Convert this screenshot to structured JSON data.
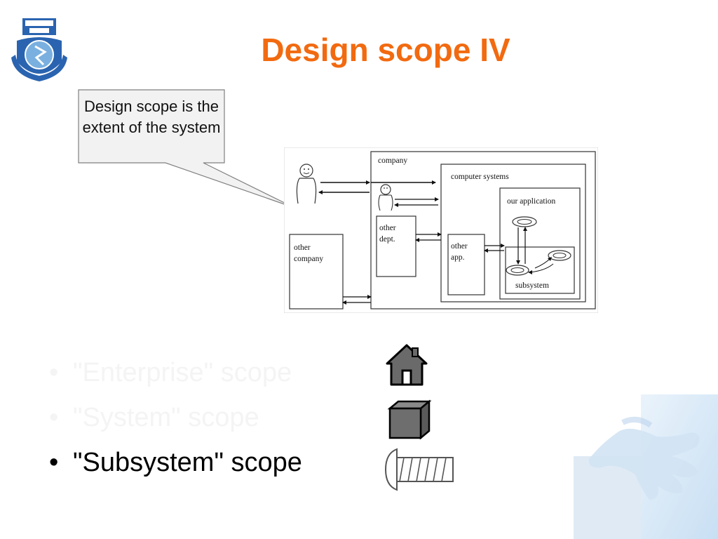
{
  "slide": {
    "title": "Design scope IV",
    "callout_text": "Design scope is the extent of the system"
  },
  "diagram": {
    "company": "company",
    "computer_systems": "computer systems",
    "our_application": "our application",
    "other_dept_line1": "other",
    "other_dept_line2": "dept.",
    "other_app_line1": "other",
    "other_app_line2": "app.",
    "other_company_line1": "other",
    "other_company_line2": "company",
    "subsystem": "subsystem"
  },
  "bullets": [
    {
      "text": "\"Enterprise\" scope",
      "icon": "house-icon",
      "state": "faded"
    },
    {
      "text": "\"System\" scope",
      "icon": "box-icon",
      "state": "faded"
    },
    {
      "text": "\"Subsystem\" scope",
      "icon": "screw-icon",
      "state": "active"
    }
  ],
  "colors": {
    "title": "#f26a10",
    "active_text": "#000000",
    "faded_text": "#f4f4f4"
  }
}
